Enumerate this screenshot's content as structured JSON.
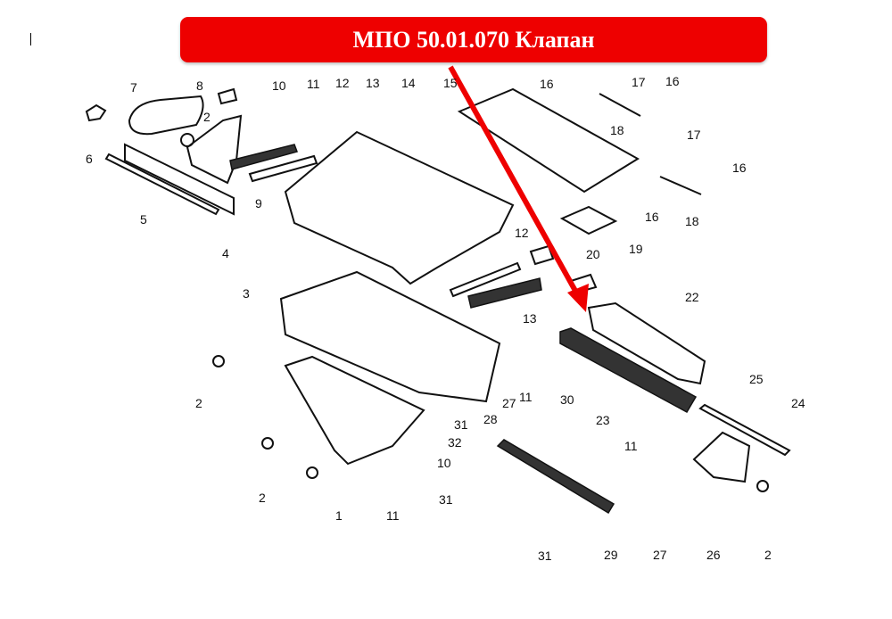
{
  "title": "МПО 50.01.070 Клапан",
  "colors": {
    "banner": "#ee0000",
    "arrow": "#ee0000",
    "text": "#ffffff"
  },
  "callouts": [
    "7",
    "8",
    "10",
    "11",
    "12",
    "13",
    "14",
    "15",
    "16",
    "17",
    "16",
    "6",
    "2",
    "9",
    "5",
    "4",
    "18",
    "17",
    "16",
    "18",
    "16",
    "19",
    "20",
    "12",
    "13",
    "3",
    "22",
    "2",
    "31",
    "27",
    "28",
    "11",
    "30",
    "23",
    "25",
    "24",
    "32",
    "10",
    "11",
    "2",
    "1",
    "11",
    "31",
    "31",
    "29",
    "27",
    "26",
    "2"
  ]
}
